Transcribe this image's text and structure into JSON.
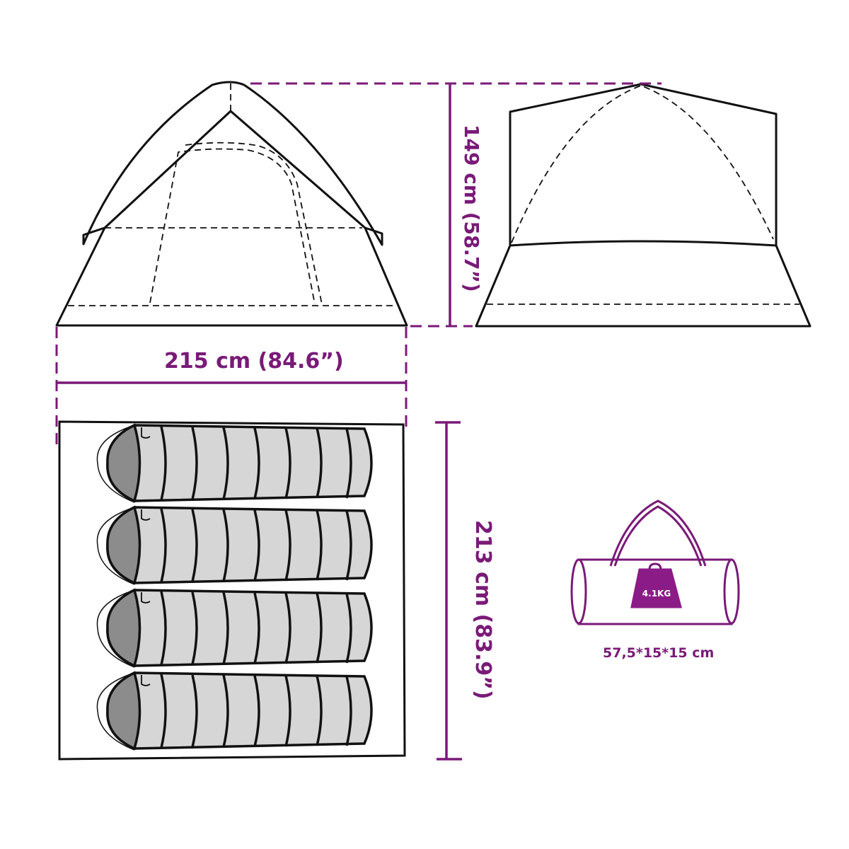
{
  "diagram": {
    "title": "4-person dome tent dimensions",
    "accent_color": "#7a1a78",
    "line_color": "#111111",
    "bag_fill": "#d6d6d6",
    "hood_fill": "#8c8c8c",
    "views": [
      "side-view",
      "front-view",
      "top-view",
      "carry-bag"
    ],
    "dimensions": {
      "height": "149 cm (58.7”)",
      "width": "215 cm (84.6”)",
      "depth": "213 cm (83.9”)"
    },
    "carry_bag": {
      "weight": "4.1KG",
      "size": "57,5*15*15 cm"
    },
    "sleeping_bags": {
      "count": 4,
      "segments_per_bag": 8
    }
  }
}
